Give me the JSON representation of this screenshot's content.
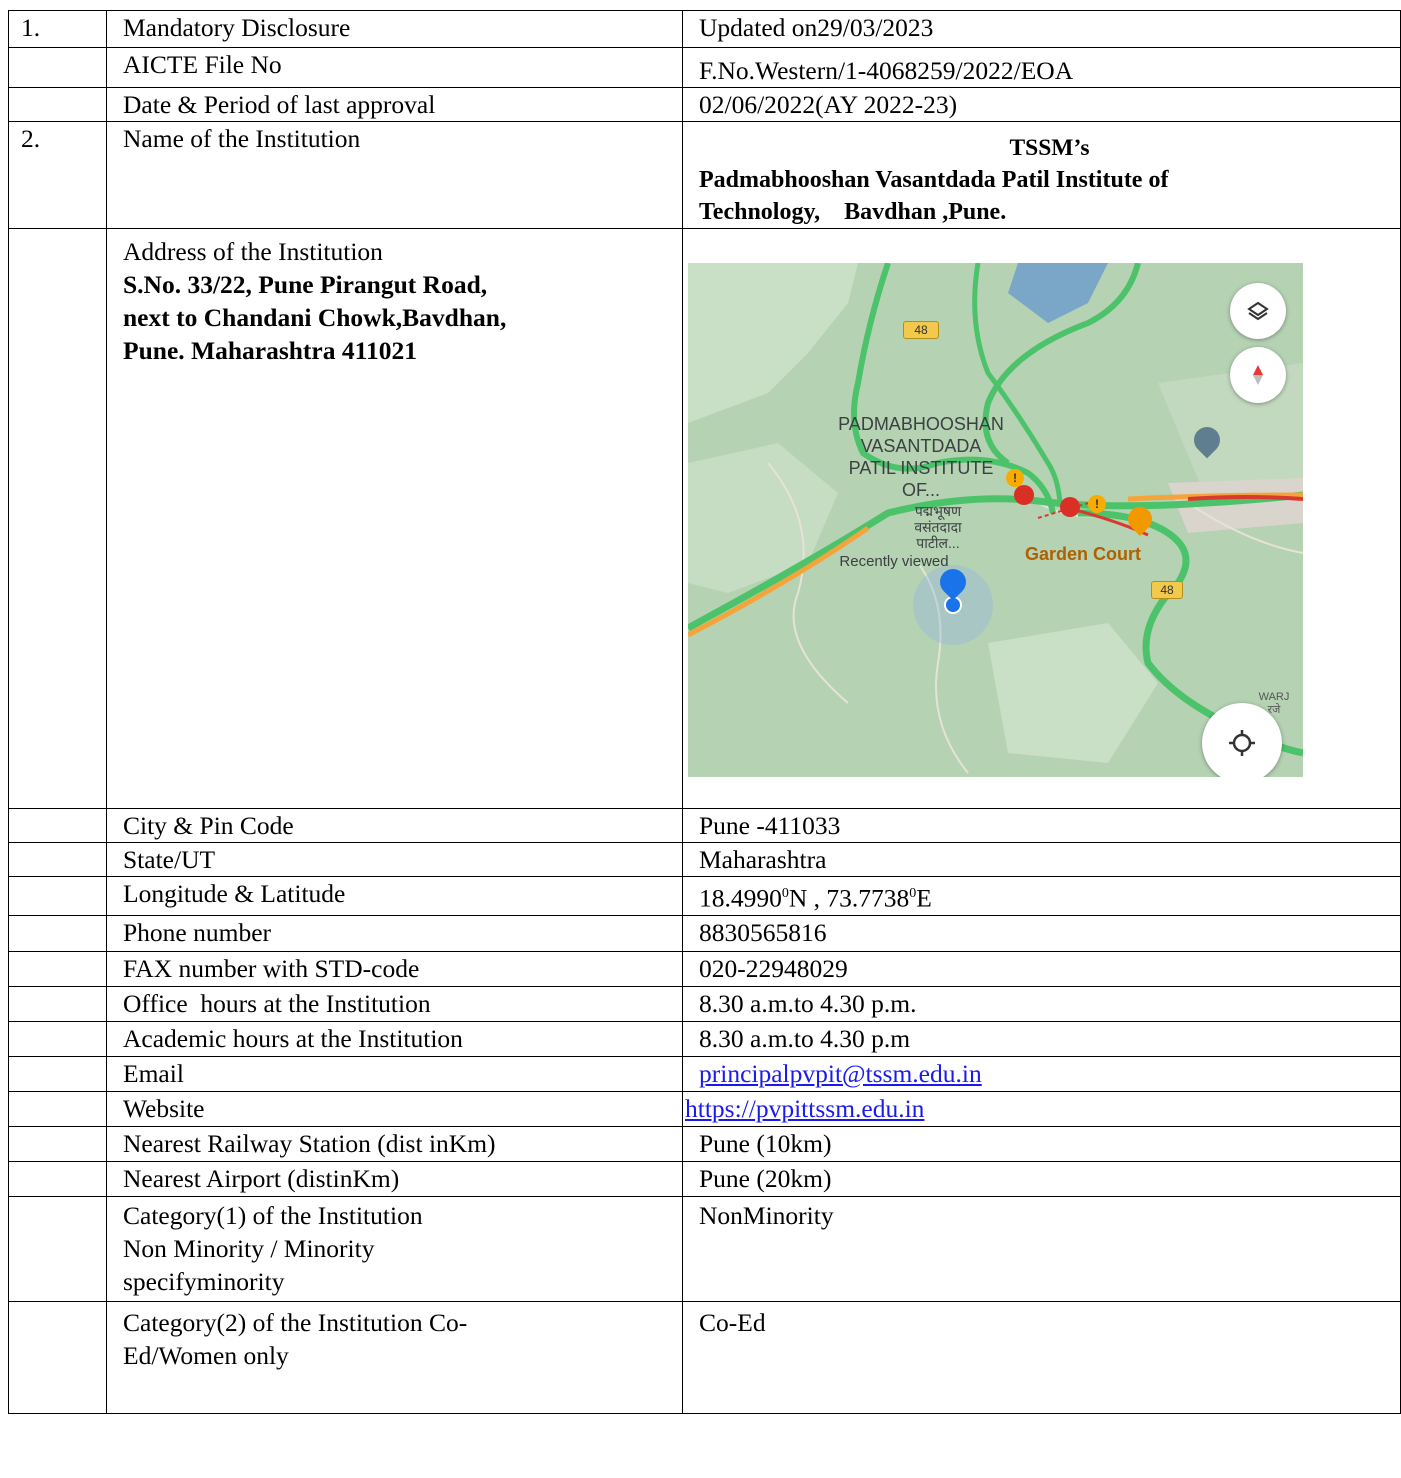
{
  "rows": [
    {
      "num": "1.",
      "label": "Mandatory Disclosure",
      "value": "Updated on29/03/2023"
    },
    {
      "num": "",
      "label": "AICTE File No",
      "value": "F.No.Western/1-4068259/2022/EOA"
    },
    {
      "num": "",
      "label": "Date & Period of last approval",
      "value": "02/06/2022(AY 2022-23)"
    }
  ],
  "institution": {
    "num": "2.",
    "label": "Name of the Institution",
    "name_line1": "TSSM’s",
    "name_line2": "Padmabhooshan Vasantdada Patil Institute of",
    "name_line3": "Technology,    Bavdhan ,Pune."
  },
  "address": {
    "label": "Address of the Institution",
    "line1": "S.No. 33/22, Pune Pirangut Road,",
    "line2": "next to Chandani Chowk,Bavdhan,",
    "line3": "Pune. Maharashtra 411021"
  },
  "map": {
    "place_line1": "PADMABHOOSHAN",
    "place_line2": "VASANTDADA",
    "place_line3": "PATIL INSTITUTE",
    "place_line4": "OF...",
    "marathi_line1": "पद्मभूषण",
    "marathi_line2": "वसंतदादा",
    "marathi_line3": "पाटील...",
    "recent": "Recently viewed",
    "garden": "Garden Court",
    "road_top": "48",
    "road_right": "48",
    "edge_text1": "WARJ",
    "edge_text2": "रजे",
    "icons": [
      "layers-icon",
      "compass-icon",
      "locate-icon",
      "school-pin-icon",
      "restaurant-pin-icon",
      "warning-icon",
      "road-closed-icon"
    ],
    "colors": {
      "land": "#a7c8a8",
      "road_green": "#4cc36a",
      "road_orange": "#f4a43a",
      "road_red": "#d93a2f",
      "water": "#7aa7c7",
      "location": "#1a73e8"
    }
  },
  "rows2": [
    {
      "label": "City & Pin Code",
      "value": "Pune -411033"
    },
    {
      "label": "State/UT",
      "value": "Maharashtra"
    }
  ],
  "geo": {
    "label": "Longitude & Latitude",
    "lat": "18.4990",
    "lat_sup": "0",
    "lat_suffix": "N , 73.7738",
    "lon_sup": "0",
    "lon_suffix": "E"
  },
  "rows3": [
    {
      "label": "Phone number",
      "value": "8830565816"
    },
    {
      "label": "FAX number with STD-code",
      "value": "020-22948029"
    },
    {
      "label": "Office  hours at the Institution",
      "value": "8.30 a.m.to 4.30 p.m."
    },
    {
      "label": "Academic hours at the Institution",
      "value": "8.30 a.m.to 4.30 p.m"
    }
  ],
  "email": {
    "label": "Email",
    "value": "principalpvpit@tssm.edu.in"
  },
  "website": {
    "label": "Website",
    "value": "https://pvpittssm.edu.in"
  },
  "rows4": [
    {
      "label": "Nearest Railway Station (dist inKm)",
      "value": "Pune (10km)"
    },
    {
      "label": "Nearest Airport (distinKm)",
      "value": "Pune (20km)"
    }
  ],
  "category1": {
    "line1": "Category(1) of the Institution",
    "line2": "Non Minority / Minority",
    "line3": "specifyminority",
    "value": "NonMinority"
  },
  "category2": {
    "line1": "Category(2) of the Institution Co-",
    "line2": "Ed/Women only",
    "value": "Co-Ed"
  }
}
